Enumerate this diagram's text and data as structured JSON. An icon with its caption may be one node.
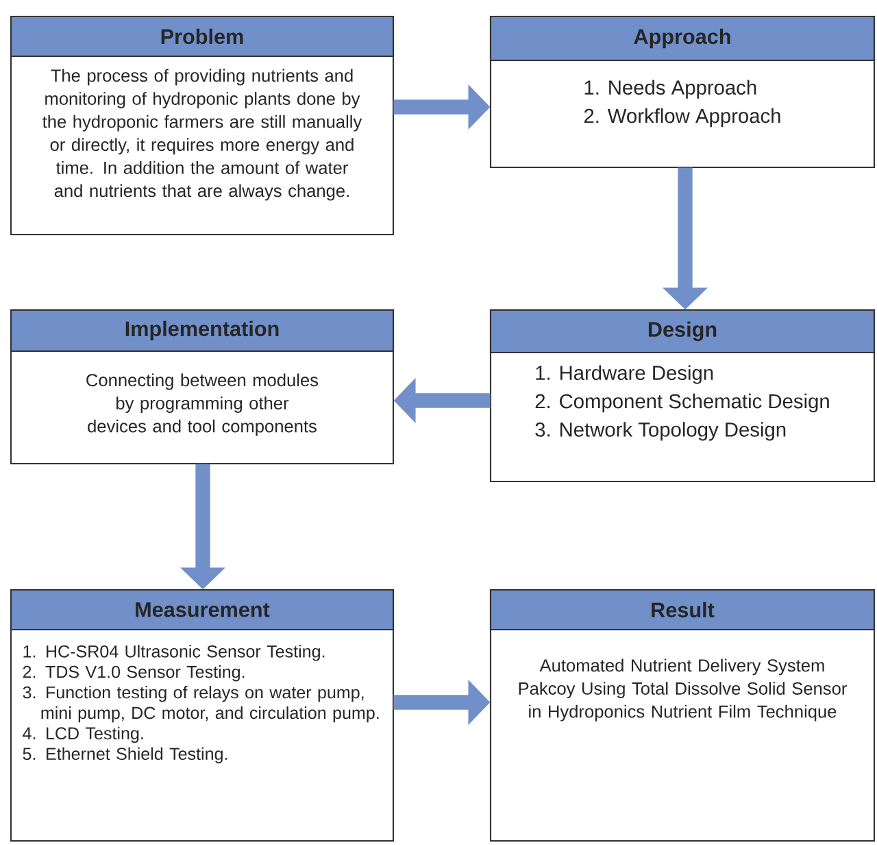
{
  "diagram": {
    "nodes": [
      {
        "text": [
          "Problem",
          "The process of providing nutrients and monitoring of hydroponic plants done by the hydroponic farmers are still manually or directly, it requires more energy and time. In addition the amount of water and nutrients that are always change."
        ]
      },
      {
        "text": [
          "Approach",
          "1. Needs Approach",
          "2. Workflow Approach"
        ]
      },
      {
        "text": [
          "Design",
          "1. Hardware Design",
          "2. Component Schematic Design",
          "3. Network Topology Design"
        ]
      },
      {
        "text": [
          "Implementation",
          "Connecting between modules by programming other devices and tool components"
        ]
      },
      {
        "text": [
          "Measurement",
          "1. HC-SR04 Ultrasonic Sensor Testing.",
          "2. TDS V1.0 Sensor Testing.",
          "3. Function testing of relays on water pump, mini pump, DC motor, and circulation pump.",
          "4. LCD Testing.",
          "5. Ethernet Shield Testing."
        ]
      },
      {
        "text": [
          "Result",
          "Automated Nutrient Delivery System Pakcoy Using Total Dissolve Solid Sensor in Hydroponics Nutrient Film Technique"
        ]
      }
    ],
    "edges": [
      {
        "from": 0,
        "to": 1,
        "arrow": "to"
      },
      {
        "from": 1,
        "to": 2,
        "arrow": "to"
      },
      {
        "from": 2,
        "to": 3,
        "arrow": "to"
      },
      {
        "from": 3,
        "to": 4,
        "arrow": "to"
      },
      {
        "from": 4,
        "to": 5,
        "arrow": "to"
      }
    ]
  }
}
